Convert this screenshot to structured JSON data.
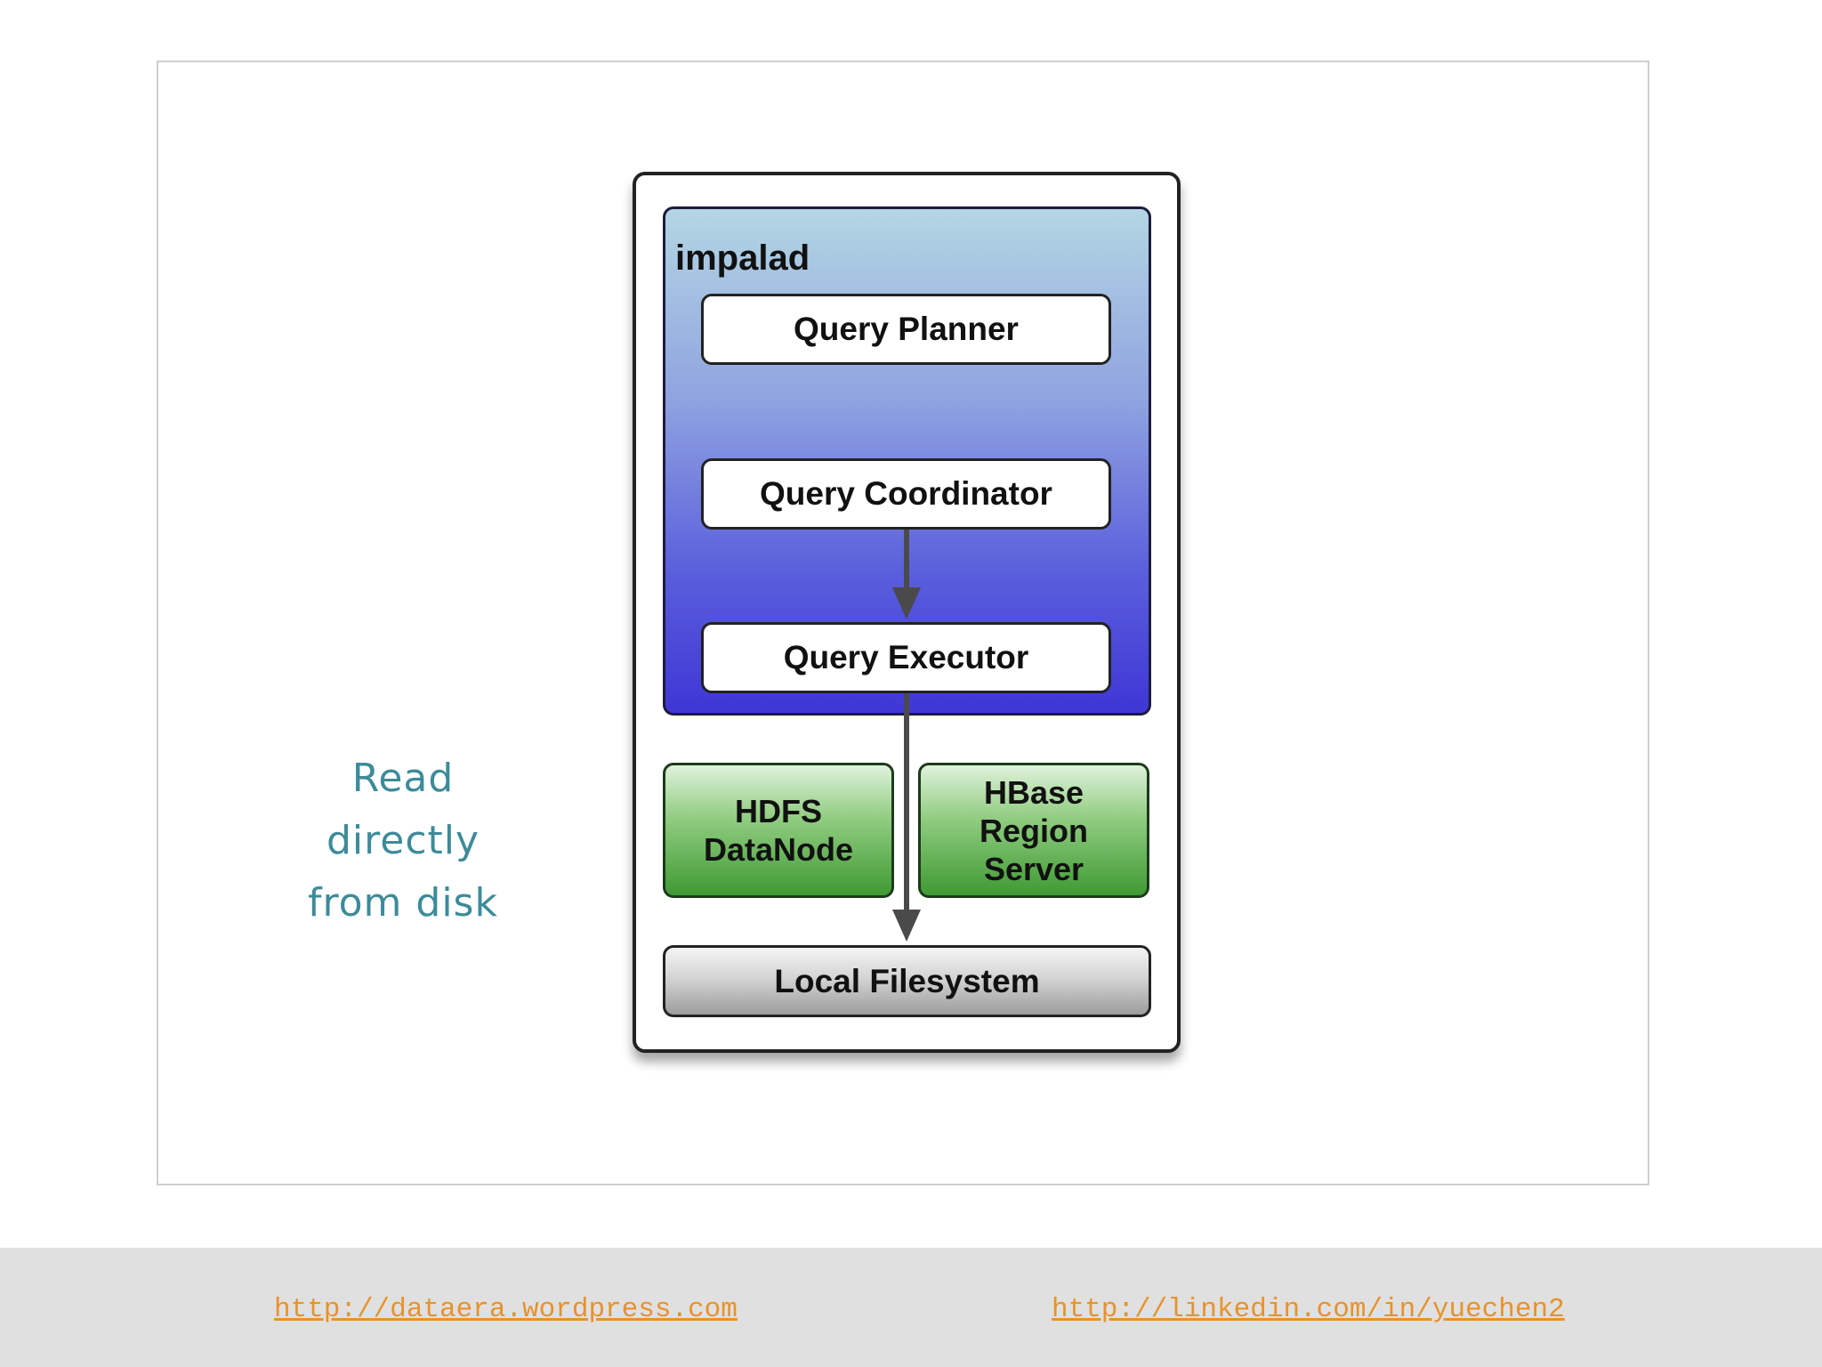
{
  "diagram": {
    "container_label": "impalad",
    "components": {
      "planner": "Query Planner",
      "coordinator": "Query Coordinator",
      "executor": "Query Executor",
      "hdfs": [
        "HDFS",
        "DataNode"
      ],
      "hbase": [
        "HBase",
        "Region",
        "Server"
      ],
      "filesystem": "Local Filesystem"
    },
    "side_note": [
      "Read",
      "directly",
      "from disk"
    ],
    "colors": {
      "impalad_top": "#b3d6e3",
      "impalad_bottom": "#3f36d6",
      "green": "#3f9a33",
      "arrow": "#4a4a4a",
      "note": "#3d8b9a"
    }
  },
  "footer": {
    "link_left": "http://dataera.wordpress.com",
    "link_right": "http://linkedin.com/in/yuechen2",
    "link_color": "#e8922a"
  }
}
